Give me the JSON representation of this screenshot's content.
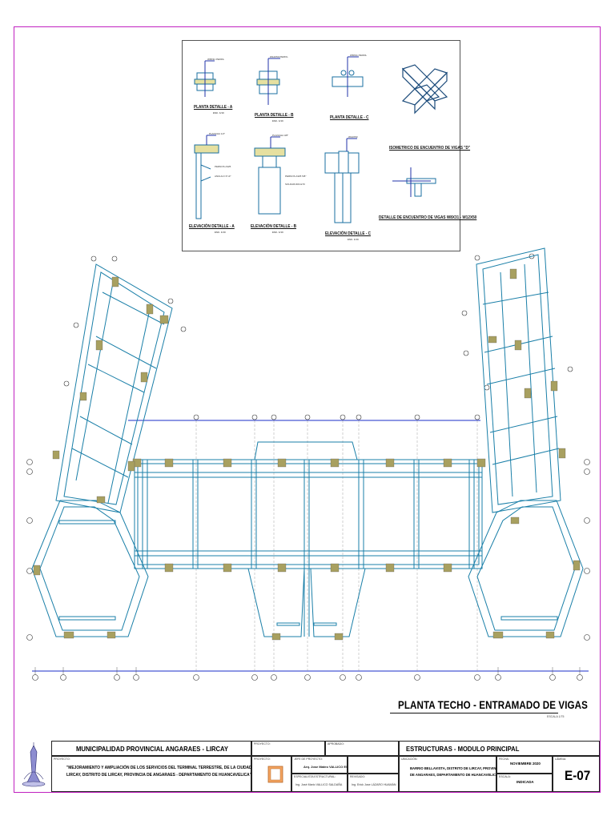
{
  "details": {
    "planta_a": "PLANTA DETALLE - A",
    "planta_b": "PLANTA DETALLE - B",
    "planta_c": "PLANTA DETALLE - C",
    "isometrico": "ISOMETRICO DE ENCUENTRO DE VIGAS \"D\"",
    "elevacion_a": "ELEVACIÓN DETALLE - A",
    "elevacion_b": "ELEVACIÓN DETALLE - B",
    "elevacion_c": "ELEVACIÓN DETALLE - C",
    "encuentro": "DETALLE DE ENCUENTRO DE VIGAS W8X31 - W12X50",
    "scale": "ESC. 1/10"
  },
  "plan": {
    "title": "PLANTA TECHO - ENTRAMADO DE VIGAS",
    "scale": "ESCALA 1/75"
  },
  "title_block": {
    "entity": "MUNICIPALIDAD PROVINCIAL ANGARAES - LIRCAY",
    "project_caption": "PROYECTO:",
    "project_line1": "\"MEJORAMIENTO Y AMPLIACIÓN DE LOS SERVICIOS DEL TERMINAL TERRESTRE, DE LA CIUDAD DE",
    "project_line2": "LIRCAY, DISTRITO DE LIRCAY, PROVINCIA DE ANGARAES - DEPARTAMENTO DE HUANCAVELICA\"",
    "proyecto_cap": "PROYECTO:",
    "aprobado_cap": "APROBADO:",
    "especialidad": "ESTRUCTURAS - MODULO PRINCIPAL",
    "jefe_cap": "JEFE DE PROYECTO:",
    "jefe_name": "Arq. Jose Mateo VALLICO ESAS",
    "esp_cap": "ESPECIALISTA ESTRUCTURAL:",
    "esp_name": "Ing. José Mario VALLICO SALDAÑA",
    "revisado_cap": "REVISADO:",
    "revisado_name": "Ing. Erick Jose LÁZARO HUAMÁN",
    "ubicacion_cap": "UBICACIÓN:",
    "ubicacion_line1": "BARRIO BELLAVISTA, DISTRITO DE LIRCAY, PROVINCIA",
    "ubicacion_line2": "DE ANGARAES, DEPARTAMENTO DE HUANCAVELICA",
    "fecha_cap": "FECHA:",
    "fecha": "NOVIEMBRE 2020",
    "escala_cap": "ESCALA:",
    "escala": "INDICADA",
    "lamina_cap": "LÁMINA:",
    "lamina": "E-07"
  },
  "colors": {
    "beam": "#1a7fa8",
    "accent_beam": "#0b3a78",
    "column": "#a8a060",
    "frame": "#c022c0"
  },
  "icons": [
    "municipal-logo-icon",
    "company-stamp-icon"
  ]
}
